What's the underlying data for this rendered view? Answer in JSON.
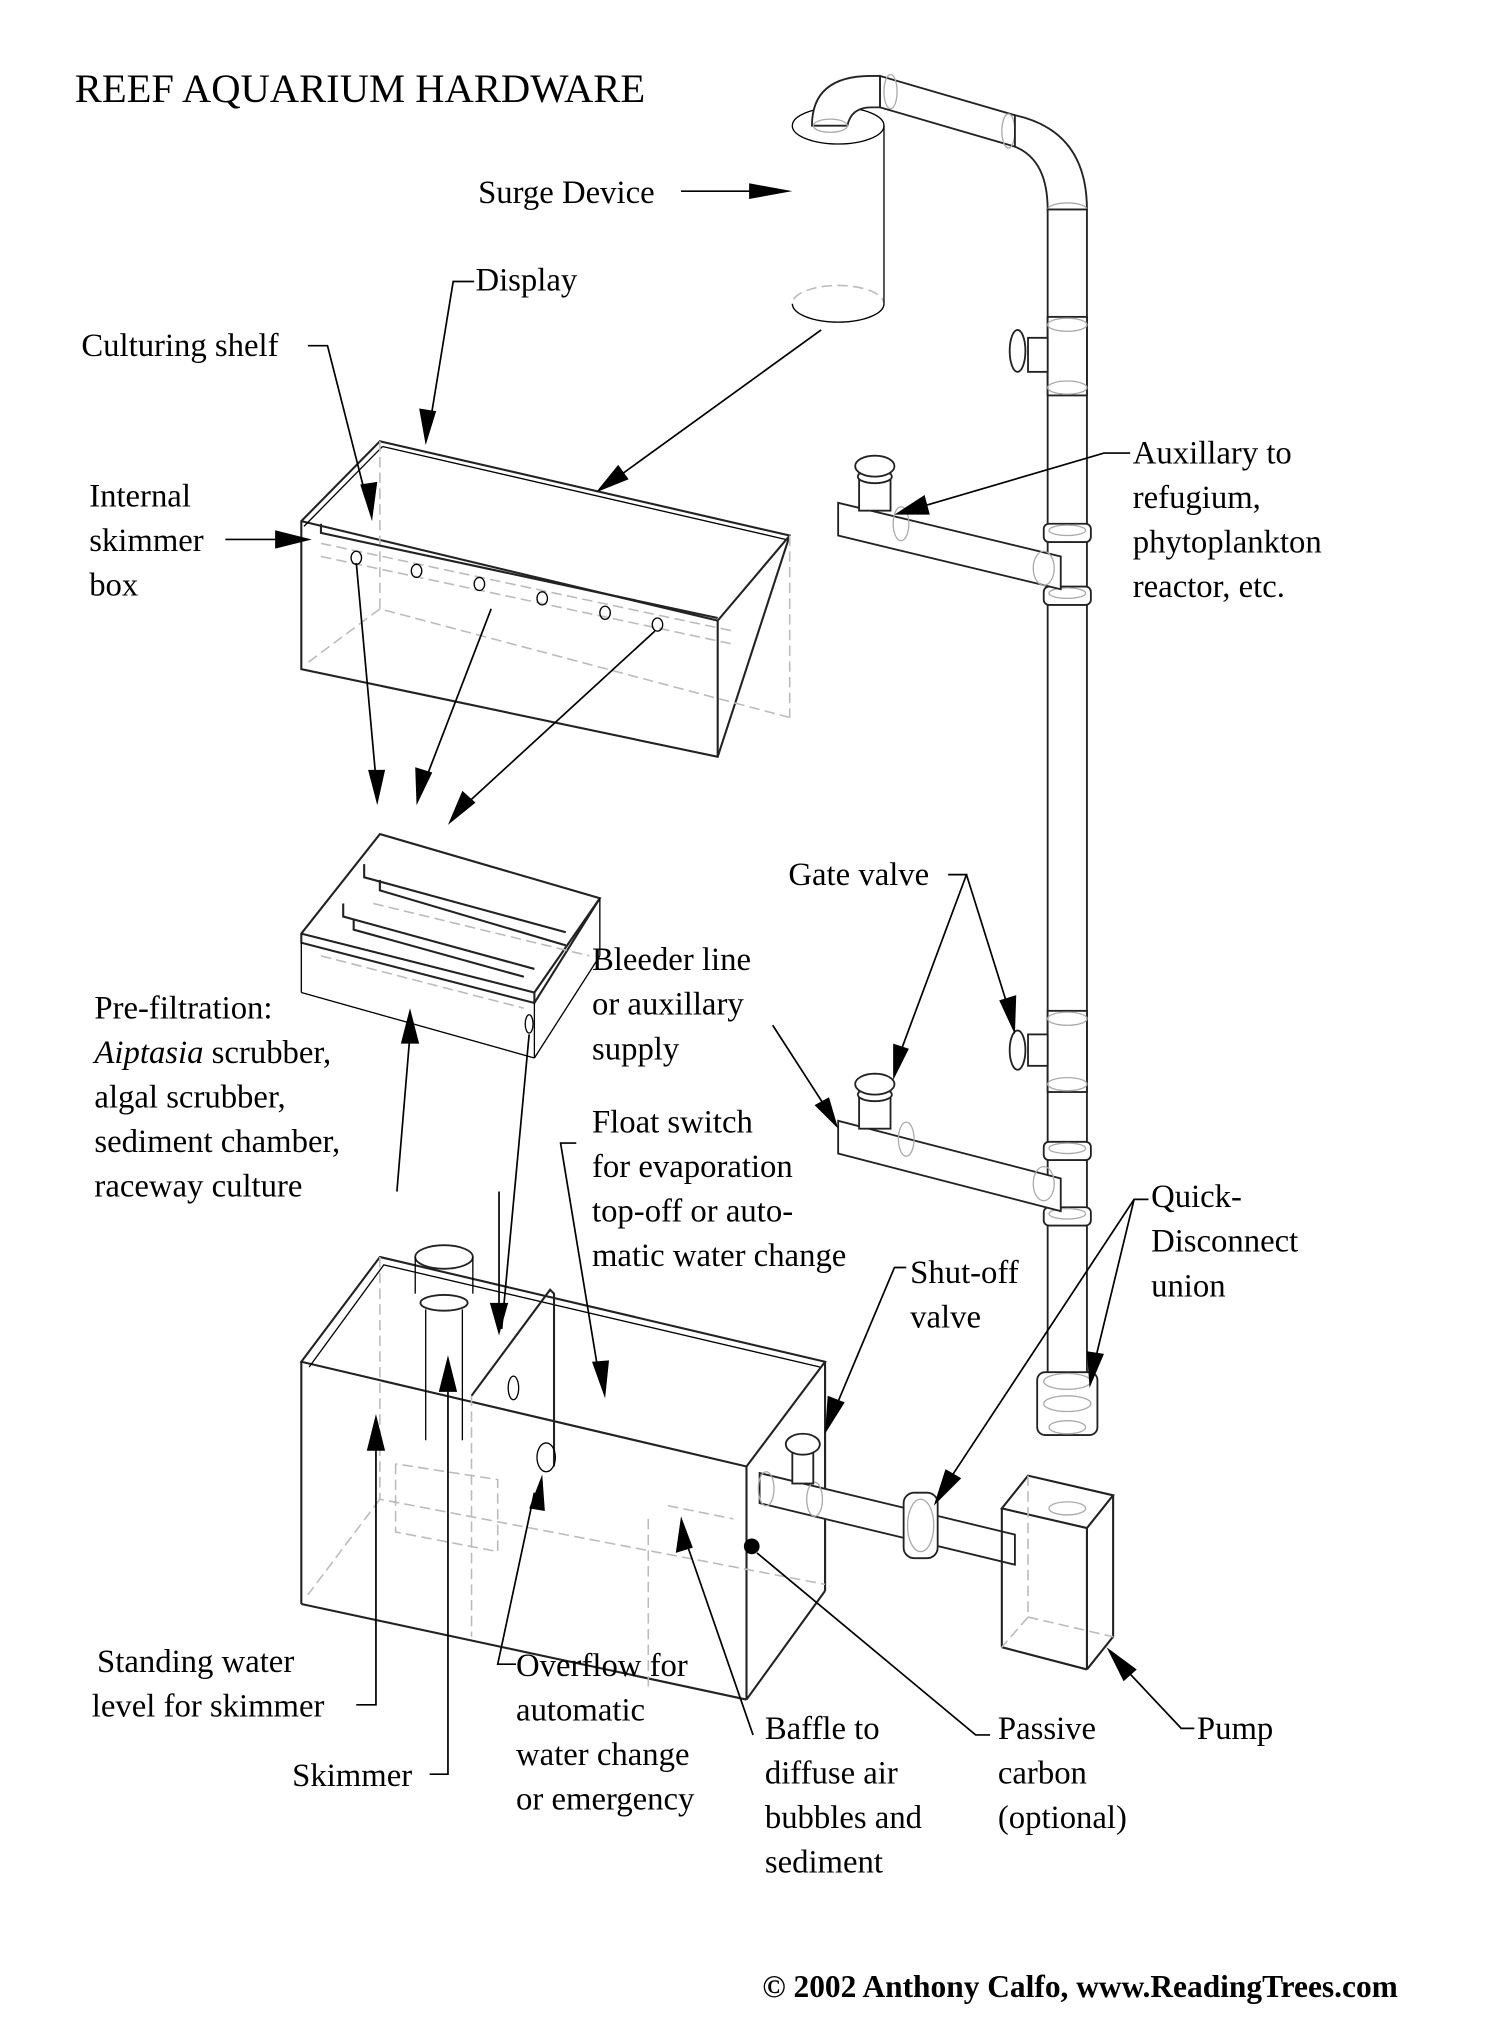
{
  "title": "REEF AQUARIUM HARDWARE",
  "labels": {
    "surge_device": "Surge Device",
    "display": "Display",
    "culturing_shelf": "Culturing shelf",
    "internal_skimmer_box": [
      "Internal",
      "skimmer",
      "box"
    ],
    "auxillary": [
      "Auxillary to",
      "refugium,",
      "phytoplankton",
      "reactor, etc."
    ],
    "gate_valve": "Gate valve",
    "bleeder_line": [
      "Bleeder line",
      "or auxillary",
      "supply"
    ],
    "pre_filtration": [
      "Pre-filtration:",
      "Aiptasia",
      " scrubber,",
      "algal scrubber,",
      "sediment chamber,",
      "raceway culture"
    ],
    "float_switch": [
      "Float switch",
      "for evaporation",
      "top-off or auto-",
      "matic water change"
    ],
    "shut_off_valve": [
      "Shut-off",
      "valve"
    ],
    "quick_disconnect": [
      "Quick-",
      "Disconnect",
      "union"
    ],
    "standing_water": [
      "Standing water",
      "level for skimmer"
    ],
    "skimmer": "Skimmer",
    "overflow": [
      "Overflow for",
      "automatic",
      "water change",
      "or emergency"
    ],
    "baffle": [
      "Baffle to",
      "diffuse air",
      "bubbles and",
      "sediment"
    ],
    "passive_carbon": [
      "Passive",
      "carbon",
      "(optional)"
    ],
    "pump": "Pump"
  },
  "copyright": "© 2002 Anthony Calfo, www.ReadingTrees.com"
}
